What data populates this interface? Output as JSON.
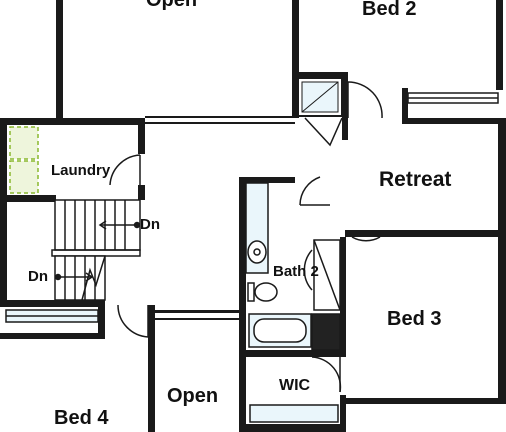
{
  "rooms": {
    "open_top": "Open",
    "bed2": "Bed 2",
    "laundry": "Laundry",
    "retreat": "Retreat",
    "bath2": "Bath 2",
    "bed3": "Bed 3",
    "open_bottom": "Open",
    "wic": "WIC",
    "bed4": "Bed 4"
  },
  "stairs": {
    "upper_dn": "Dn",
    "lower_dn": "Dn"
  },
  "colors": {
    "wall": "#1a1a1a",
    "fixture_fill": "#eaf6fb",
    "washer_dryer": "#c8e28a",
    "washer_dryer_dash": "#8ab82e",
    "dark_fill": "#222222"
  }
}
